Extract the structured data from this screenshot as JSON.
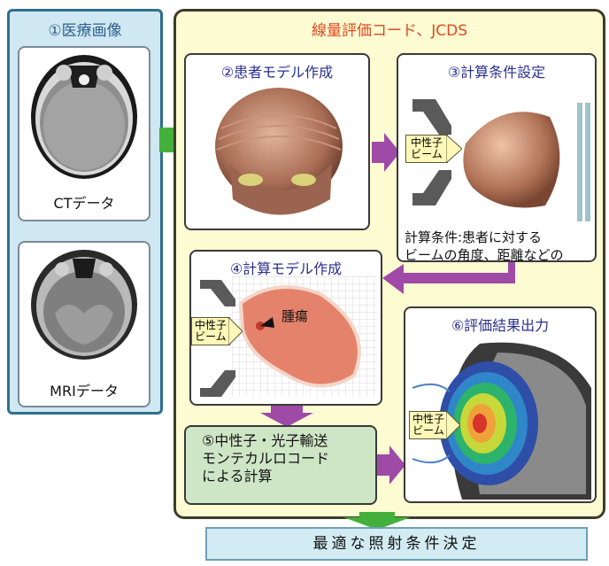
{
  "left_panel": {
    "title": "①医療画像",
    "ct_label": "CTデータ",
    "mri_label": "MRIデータ"
  },
  "outer_panel": {
    "title": "線量評価コード、JCDS"
  },
  "step2": {
    "title": "②患者モデル作成"
  },
  "step3": {
    "title": "③計算条件設定",
    "beam_label": "中性子\nビーム",
    "note_line1": "計算条件:患者に対する",
    "note_line2": "ビームの角度、距離などの"
  },
  "step4": {
    "title": "④計算モデル作成",
    "beam_label": "中性子\nビーム",
    "tumor_label": "腫瘍"
  },
  "step5": {
    "line1": "⑤中性子・光子輸送",
    "line2": "モンテカルロコード",
    "line3": "による計算"
  },
  "step6": {
    "title": "⑥評価結果出力",
    "beam_label": "中性子\nビーム"
  },
  "result": {
    "label": "最適な照射条件決定"
  },
  "colors": {
    "arrow_green": "#44b03c",
    "arrow_purple": "#a04aa8",
    "outer_title": "#e04a22",
    "step_title": "#2b2f8f"
  }
}
